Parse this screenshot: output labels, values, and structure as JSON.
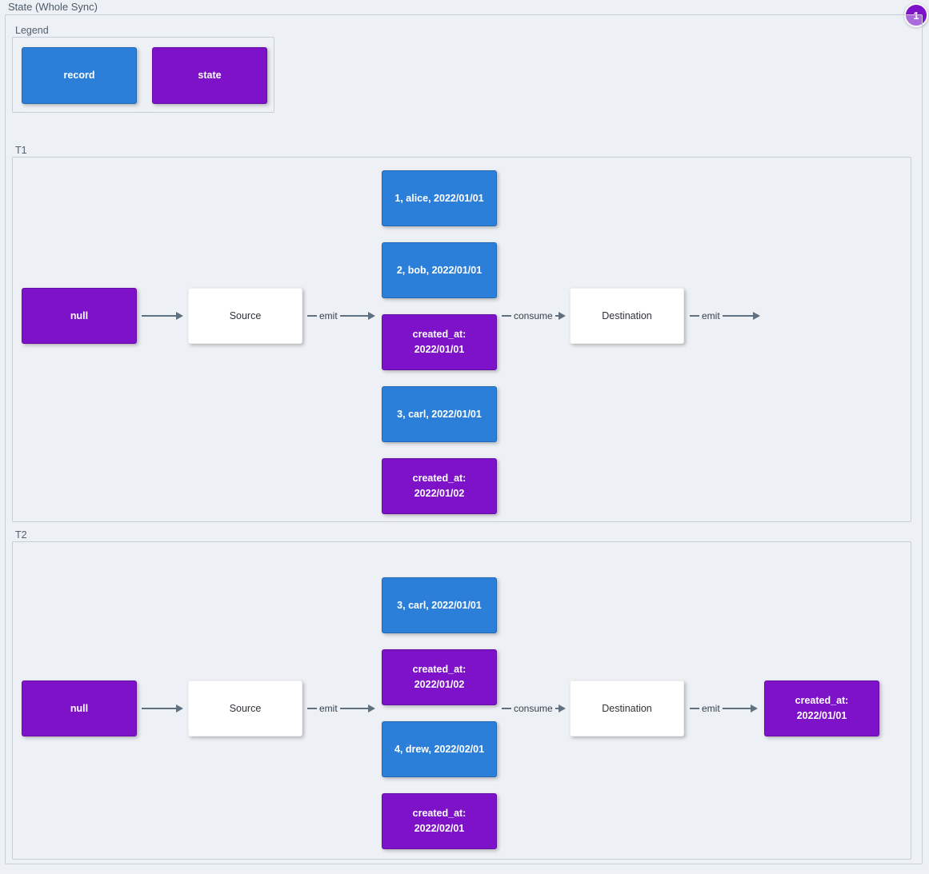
{
  "page": {
    "title": "State (Whole Sync)",
    "badge": "1"
  },
  "colors": {
    "record": "#2b7fd9",
    "state": "#7d12c8",
    "arrow": "#5f7081",
    "background": "#edf1f6"
  },
  "legend": {
    "label": "Legend",
    "items": [
      {
        "label": "record",
        "type": "record"
      },
      {
        "label": "state",
        "type": "state"
      }
    ]
  },
  "t1": {
    "label": "T1",
    "null_node": "null",
    "source": "Source",
    "destination": "Destination",
    "arrows": {
      "emit_in": "emit",
      "consume": "consume",
      "emit_out": "emit"
    },
    "stack": [
      {
        "label": "1, alice, 2022/01/01",
        "type": "record"
      },
      {
        "label": "2, bob, 2022/01/01",
        "type": "record"
      },
      {
        "label": "created_at: 2022/01/01",
        "type": "state"
      },
      {
        "label": "3, carl, 2022/01/01",
        "type": "record"
      },
      {
        "label": "created_at: 2022/01/02",
        "type": "state"
      }
    ]
  },
  "t2": {
    "label": "T2",
    "null_node": "null",
    "source": "Source",
    "destination": "Destination",
    "arrows": {
      "emit_in": "emit",
      "consume": "consume",
      "emit_out": "emit"
    },
    "stack": [
      {
        "label": "3, carl, 2022/01/01",
        "type": "record"
      },
      {
        "label": "created_at: 2022/01/02",
        "type": "state"
      },
      {
        "label": "4, drew, 2022/02/01",
        "type": "record"
      },
      {
        "label": "created_at: 2022/02/01",
        "type": "state"
      }
    ],
    "output_state": "created_at: 2022/01/01"
  }
}
